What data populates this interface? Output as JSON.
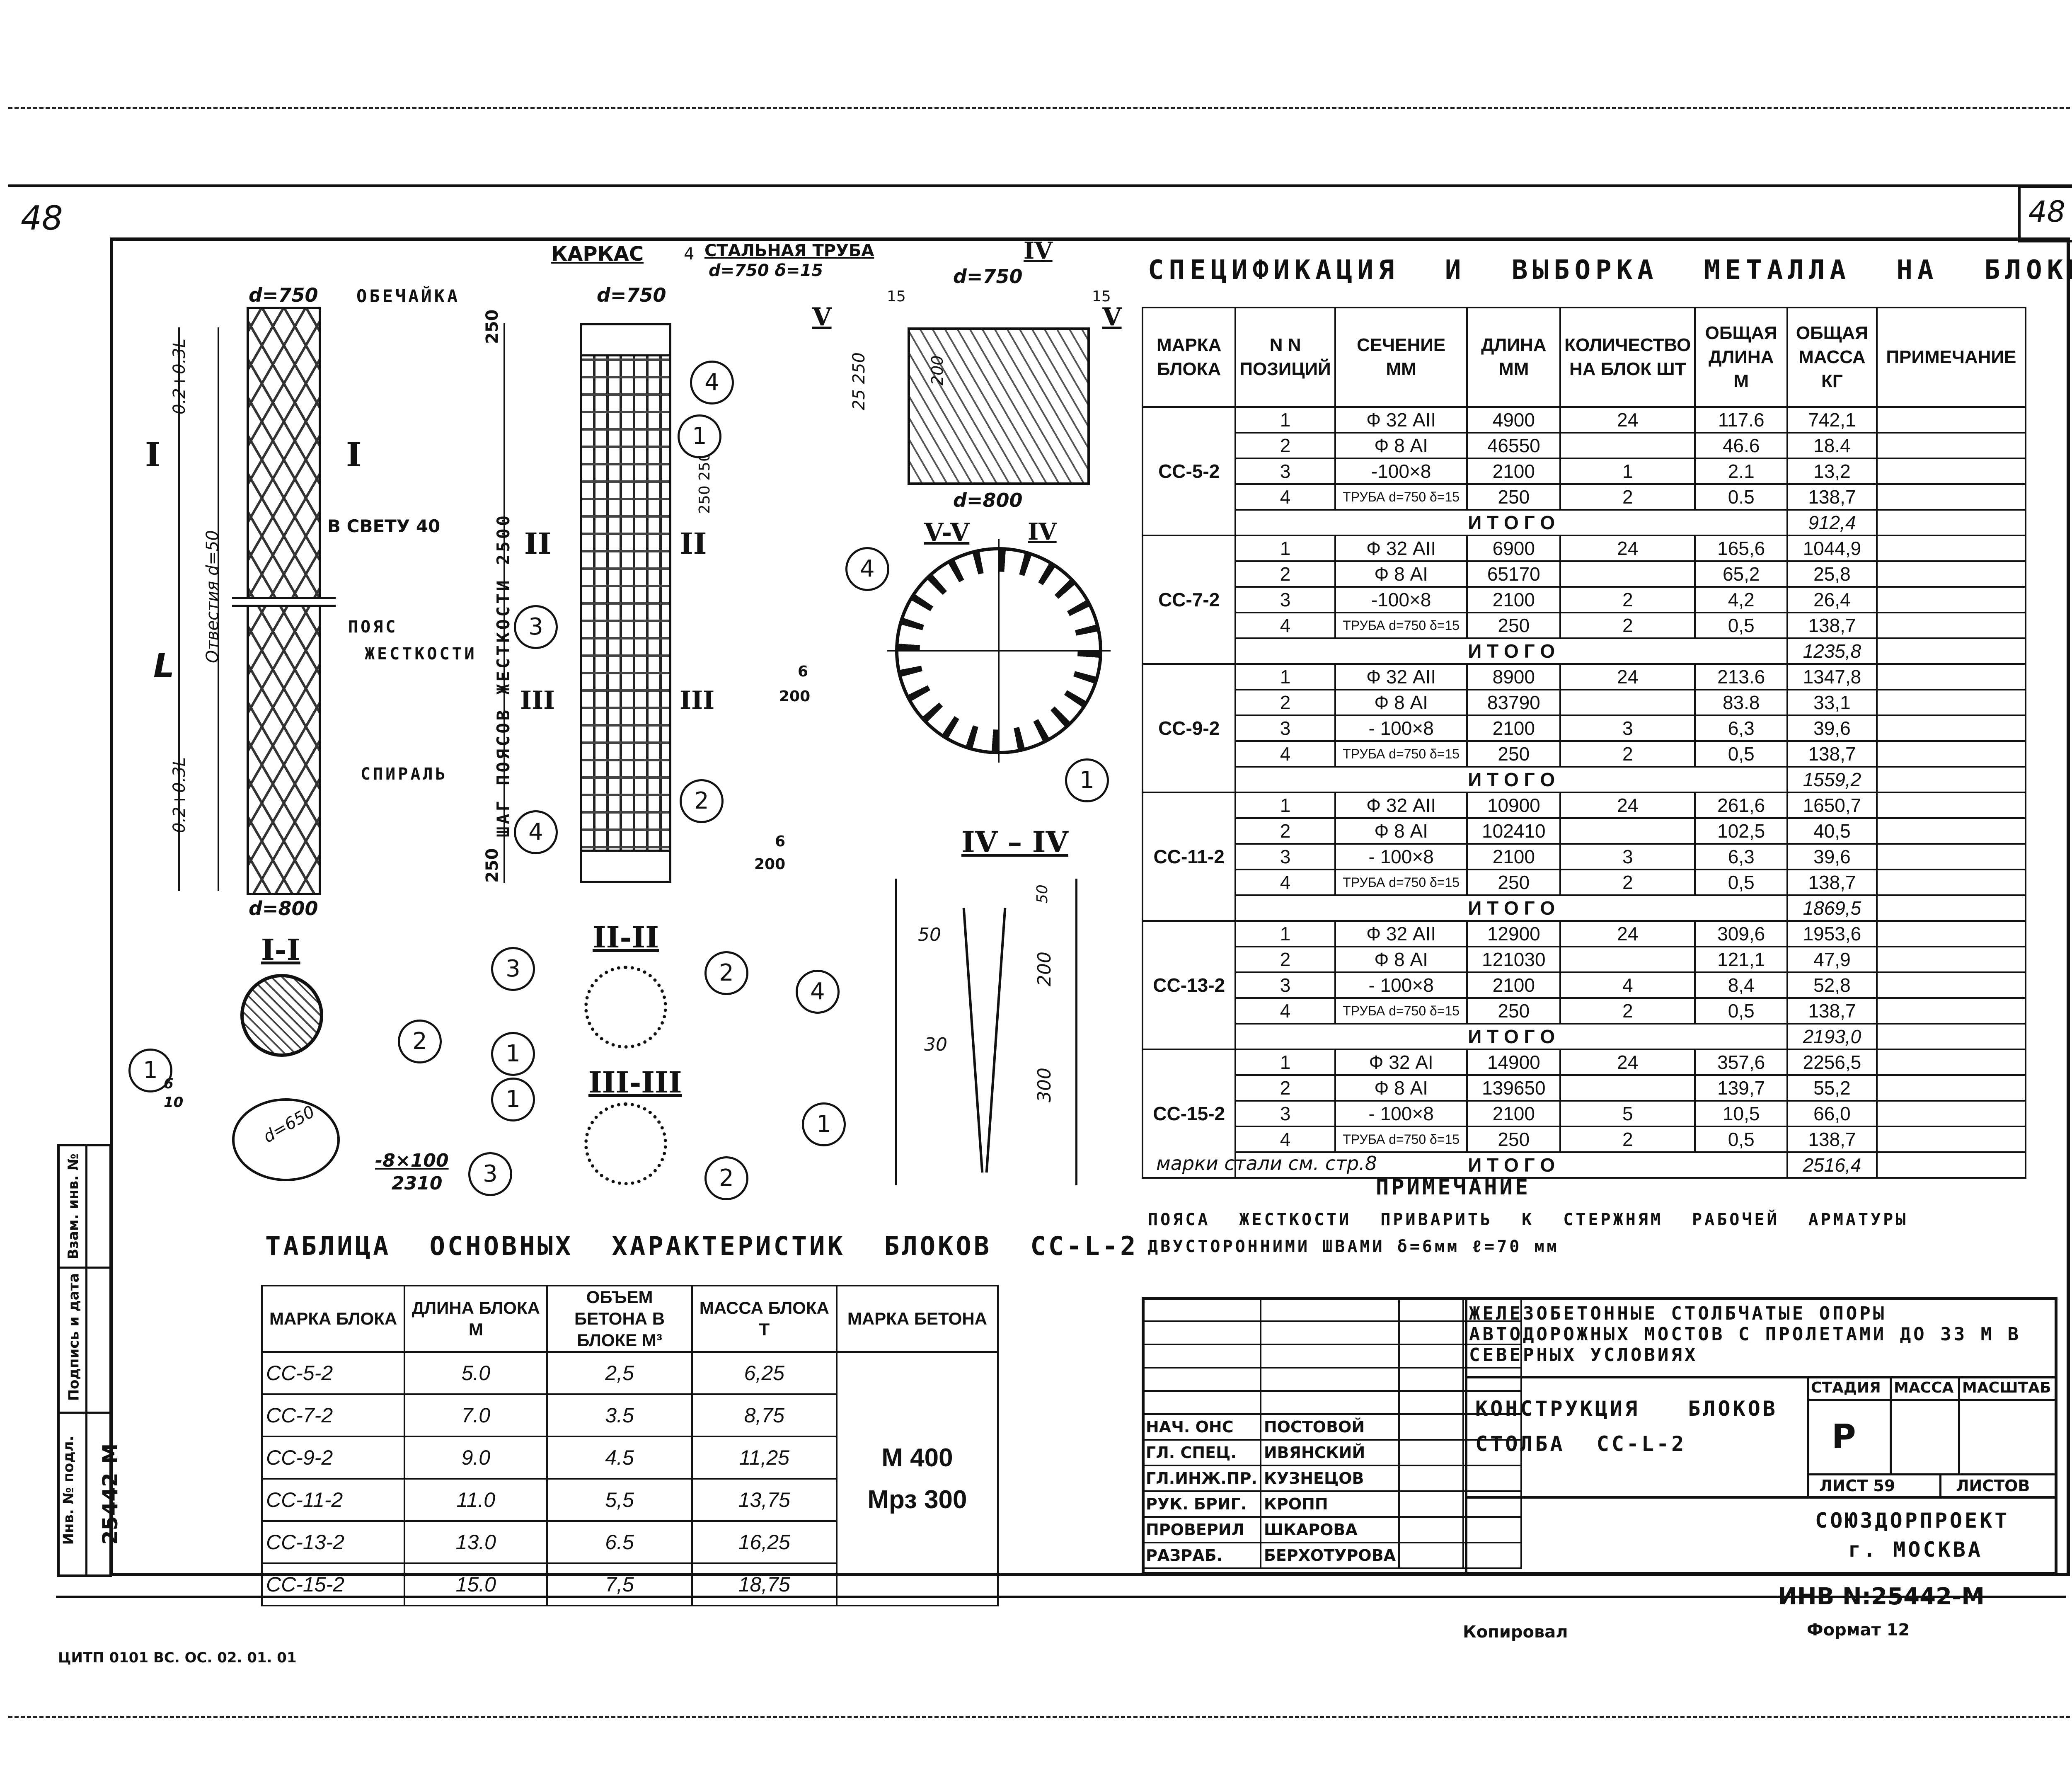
{
  "sheet": {
    "page_num_left": "48",
    "page_num_right": "48",
    "bottom_left_code": "ЦИТП 0101 ВС. ОС. 02. 01. 01",
    "copied": "Копировал",
    "format": "Формат 12",
    "inv_number": "ИНВ N:25442-М"
  },
  "side_stamp": {
    "inv_label": "Инв. № подл.",
    "inv_value": "25442-М",
    "sign_label": "Подпись и дата",
    "vzam_label": "Взам. инв. №"
  },
  "drawing": {
    "karkas_label": "КАРКАС",
    "d750": "d=750",
    "d800": "d=800",
    "obechayka": "ОБЕЧАЙКА",
    "v_svetu": "В СВЕТУ 40",
    "poyas": "ПОЯС",
    "zhestkosti": "ЖЕСТКОСТИ",
    "spiral": "СПИРАЛЬ",
    "otvestiya": "Отвестия d=50",
    "len_top": "0.2+0.3L",
    "len_bot": "0.2+0.3L",
    "L": "L",
    "shag": "ШАГ ПОЯСОВ ЖЕСТКОСТИ 2500",
    "dim_250": "250",
    "dim_250_250": "250 250",
    "pipe_label": "СТАЛЬНАЯ ТРУБА",
    "pipe_dims": "d=750 δ=15",
    "pipe_num": "4",
    "dim_15": "15",
    "dim_25250": "25 250",
    "dim_200": "200",
    "dim_50": "50",
    "dim_30": "30",
    "dim_300": "300",
    "weld": "6",
    "weld_len": "200",
    "weld_len2": "200",
    "weld_small": "6",
    "weld_small2": "10",
    "d650": "d=650",
    "plate": "-8×100",
    "plate_len": "2310",
    "sections": {
      "I": "I",
      "II": "II",
      "III": "III",
      "IV": "IV",
      "V": "V",
      "I_I": "I-I",
      "II_II": "II-II",
      "III_III": "III-III",
      "IV_IV": "IV – IV",
      "V_V": "V-V"
    },
    "callouts": [
      "1",
      "2",
      "3",
      "4"
    ]
  },
  "spec": {
    "title": "СПЕЦИФИКАЦИЯ И ВЫБОРКА МЕТАЛЛА НА БЛОКИ",
    "headers": [
      "МАРКА БЛОКА",
      "N N ПОЗИЦИЙ",
      "СЕЧЕНИЕ ММ",
      "ДЛИНА ММ",
      "КОЛИЧЕСТВО НА БЛОК ШТ",
      "ОБЩАЯ ДЛИНА М",
      "ОБЩАЯ МАССА КГ",
      "ПРИМЕЧАНИЕ"
    ],
    "itogo": "И Т О Г О",
    "groups": [
      {
        "mark": "СС-5-2",
        "rows": [
          [
            "1",
            "Ф 32 АII",
            "4900",
            "24",
            "117.6",
            "742,1"
          ],
          [
            "2",
            "Ф 8 АI",
            "46550",
            "",
            "46.6",
            "18.4"
          ],
          [
            "3",
            "-100×8",
            "2100",
            "1",
            "2.1",
            "13,2"
          ],
          [
            "4",
            "ТРУБА d=750 δ=15",
            "250",
            "2",
            "0.5",
            "138,7"
          ]
        ],
        "total": "912,4"
      },
      {
        "mark": "СС-7-2",
        "rows": [
          [
            "1",
            "Ф 32 АII",
            "6900",
            "24",
            "165,6",
            "1044,9"
          ],
          [
            "2",
            "Ф 8 АI",
            "65170",
            "",
            "65,2",
            "25,8"
          ],
          [
            "3",
            "-100×8",
            "2100",
            "2",
            "4,2",
            "26,4"
          ],
          [
            "4",
            "ТРУБА d=750 δ=15",
            "250",
            "2",
            "0,5",
            "138,7"
          ]
        ],
        "total": "1235,8"
      },
      {
        "mark": "СС-9-2",
        "rows": [
          [
            "1",
            "Ф 32 АII",
            "8900",
            "24",
            "213.6",
            "1347,8"
          ],
          [
            "2",
            "Ф 8 АI",
            "83790",
            "",
            "83.8",
            "33,1"
          ],
          [
            "3",
            "- 100×8",
            "2100",
            "3",
            "6,3",
            "39,6"
          ],
          [
            "4",
            "ТРУБА d=750 δ=15",
            "250",
            "2",
            "0,5",
            "138,7"
          ]
        ],
        "total": "1559,2"
      },
      {
        "mark": "СС-11-2",
        "rows": [
          [
            "1",
            "Ф 32 АII",
            "10900",
            "24",
            "261,6",
            "1650,7"
          ],
          [
            "2",
            "Ф 8 АI",
            "102410",
            "",
            "102,5",
            "40,5"
          ],
          [
            "3",
            "- 100×8",
            "2100",
            "3",
            "6,3",
            "39,6"
          ],
          [
            "4",
            "ТРУБА d=750 δ=15",
            "250",
            "2",
            "0,5",
            "138,7"
          ]
        ],
        "total": "1869,5"
      },
      {
        "mark": "СС-13-2",
        "rows": [
          [
            "1",
            "Ф 32 АII",
            "12900",
            "24",
            "309,6",
            "1953,6"
          ],
          [
            "2",
            "Ф 8 АI",
            "121030",
            "",
            "121,1",
            "47,9"
          ],
          [
            "3",
            "- 100×8",
            "2100",
            "4",
            "8,4",
            "52,8"
          ],
          [
            "4",
            "ТРУБА d=750 δ=15",
            "250",
            "2",
            "0,5",
            "138,7"
          ]
        ],
        "total": "2193,0"
      },
      {
        "mark": "СС-15-2",
        "rows": [
          [
            "1",
            "Ф 32 АI",
            "14900",
            "24",
            "357,6",
            "2256,5"
          ],
          [
            "2",
            "Ф 8 АI",
            "139650",
            "",
            "139,7",
            "55,2"
          ],
          [
            "3",
            "- 100×8",
            "2100",
            "5",
            "10,5",
            "66,0"
          ],
          [
            "4",
            "ТРУБА d=750 δ=15",
            "250",
            "2",
            "0,5",
            "138,7"
          ]
        ],
        "total": "2516,4"
      }
    ],
    "steel_note": "марки стали см. стр.8"
  },
  "note": {
    "title": "ПРИМЕЧАНИЕ",
    "line1": "ПОЯСА ЖЕСТКОСТИ ПРИВАРИТЬ К СТЕРЖНЯМ РАБОЧЕЙ АРМАТУРЫ",
    "line2": "ДВУСТОРОННИМИ ШВАМИ δ=6мм ℓ=70 мм"
  },
  "main_table": {
    "title": "ТАБЛИЦА ОСНОВНЫХ ХАРАКТЕРИСТИК БЛОКОВ СС-L-2",
    "headers": [
      "МАРКА БЛОКА",
      "ДЛИНА БЛОКА М",
      "ОБЪЕМ БЕТОНА В БЛОКЕ М³",
      "МАССА БЛОКА Т",
      "МАРКА БЕТОНА"
    ],
    "rows": [
      [
        "СС-5-2",
        "5.0",
        "2,5",
        "6,25"
      ],
      [
        "СС-7-2",
        "7.0",
        "3.5",
        "8,75"
      ],
      [
        "СС-9-2",
        "9.0",
        "4.5",
        "11,25"
      ],
      [
        "СС-11-2",
        "11.0",
        "5,5",
        "13,75"
      ],
      [
        "СС-13-2",
        "13.0",
        "6.5",
        "16,25"
      ],
      [
        "СС-15-2",
        "15.0",
        "7,5",
        "18,75"
      ]
    ],
    "concrete_m": "М 400",
    "concrete_mrz": "Мрз 300"
  },
  "stamp": {
    "project": "ЖЕЛЕЗОБЕТОННЫЕ СТОЛБЧАТЫЕ ОПОРЫ АВТОДОРОЖНЫХ МОСТОВ С ПРОЛЕТАМИ ДО 33 М В СЕВЕРНЫХ УСЛОВИЯХ",
    "sheet_title_1": "КОНСТРУКЦИЯ БЛОКОВ",
    "sheet_title_2": "СТОЛБА СС-L-2",
    "stage_label": "СТАДИЯ",
    "mass_label": "МАССА",
    "scale_label": "МАСШТАБ",
    "stage": "Р",
    "list_label": "ЛИСТ 59",
    "lists_label": "ЛИСТОВ",
    "org_1": "СОЮЗДОРПРОЕКТ",
    "org_2": "г. МОСКВА",
    "people": [
      [
        "НАЧ. ОНС",
        "ПОСТОВОЙ"
      ],
      [
        "ГЛ. СПЕЦ.",
        "ИВЯНСКИЙ"
      ],
      [
        "ГЛ.ИНЖ.ПР.",
        "КУЗНЕЦОВ"
      ],
      [
        "РУК. БРИГ.",
        "КРОПП"
      ],
      [
        "ПРОВЕРИЛ",
        "ШКАРОВА"
      ],
      [
        "РАЗРАБ.",
        "БЕРХОТУРОВА"
      ]
    ]
  }
}
